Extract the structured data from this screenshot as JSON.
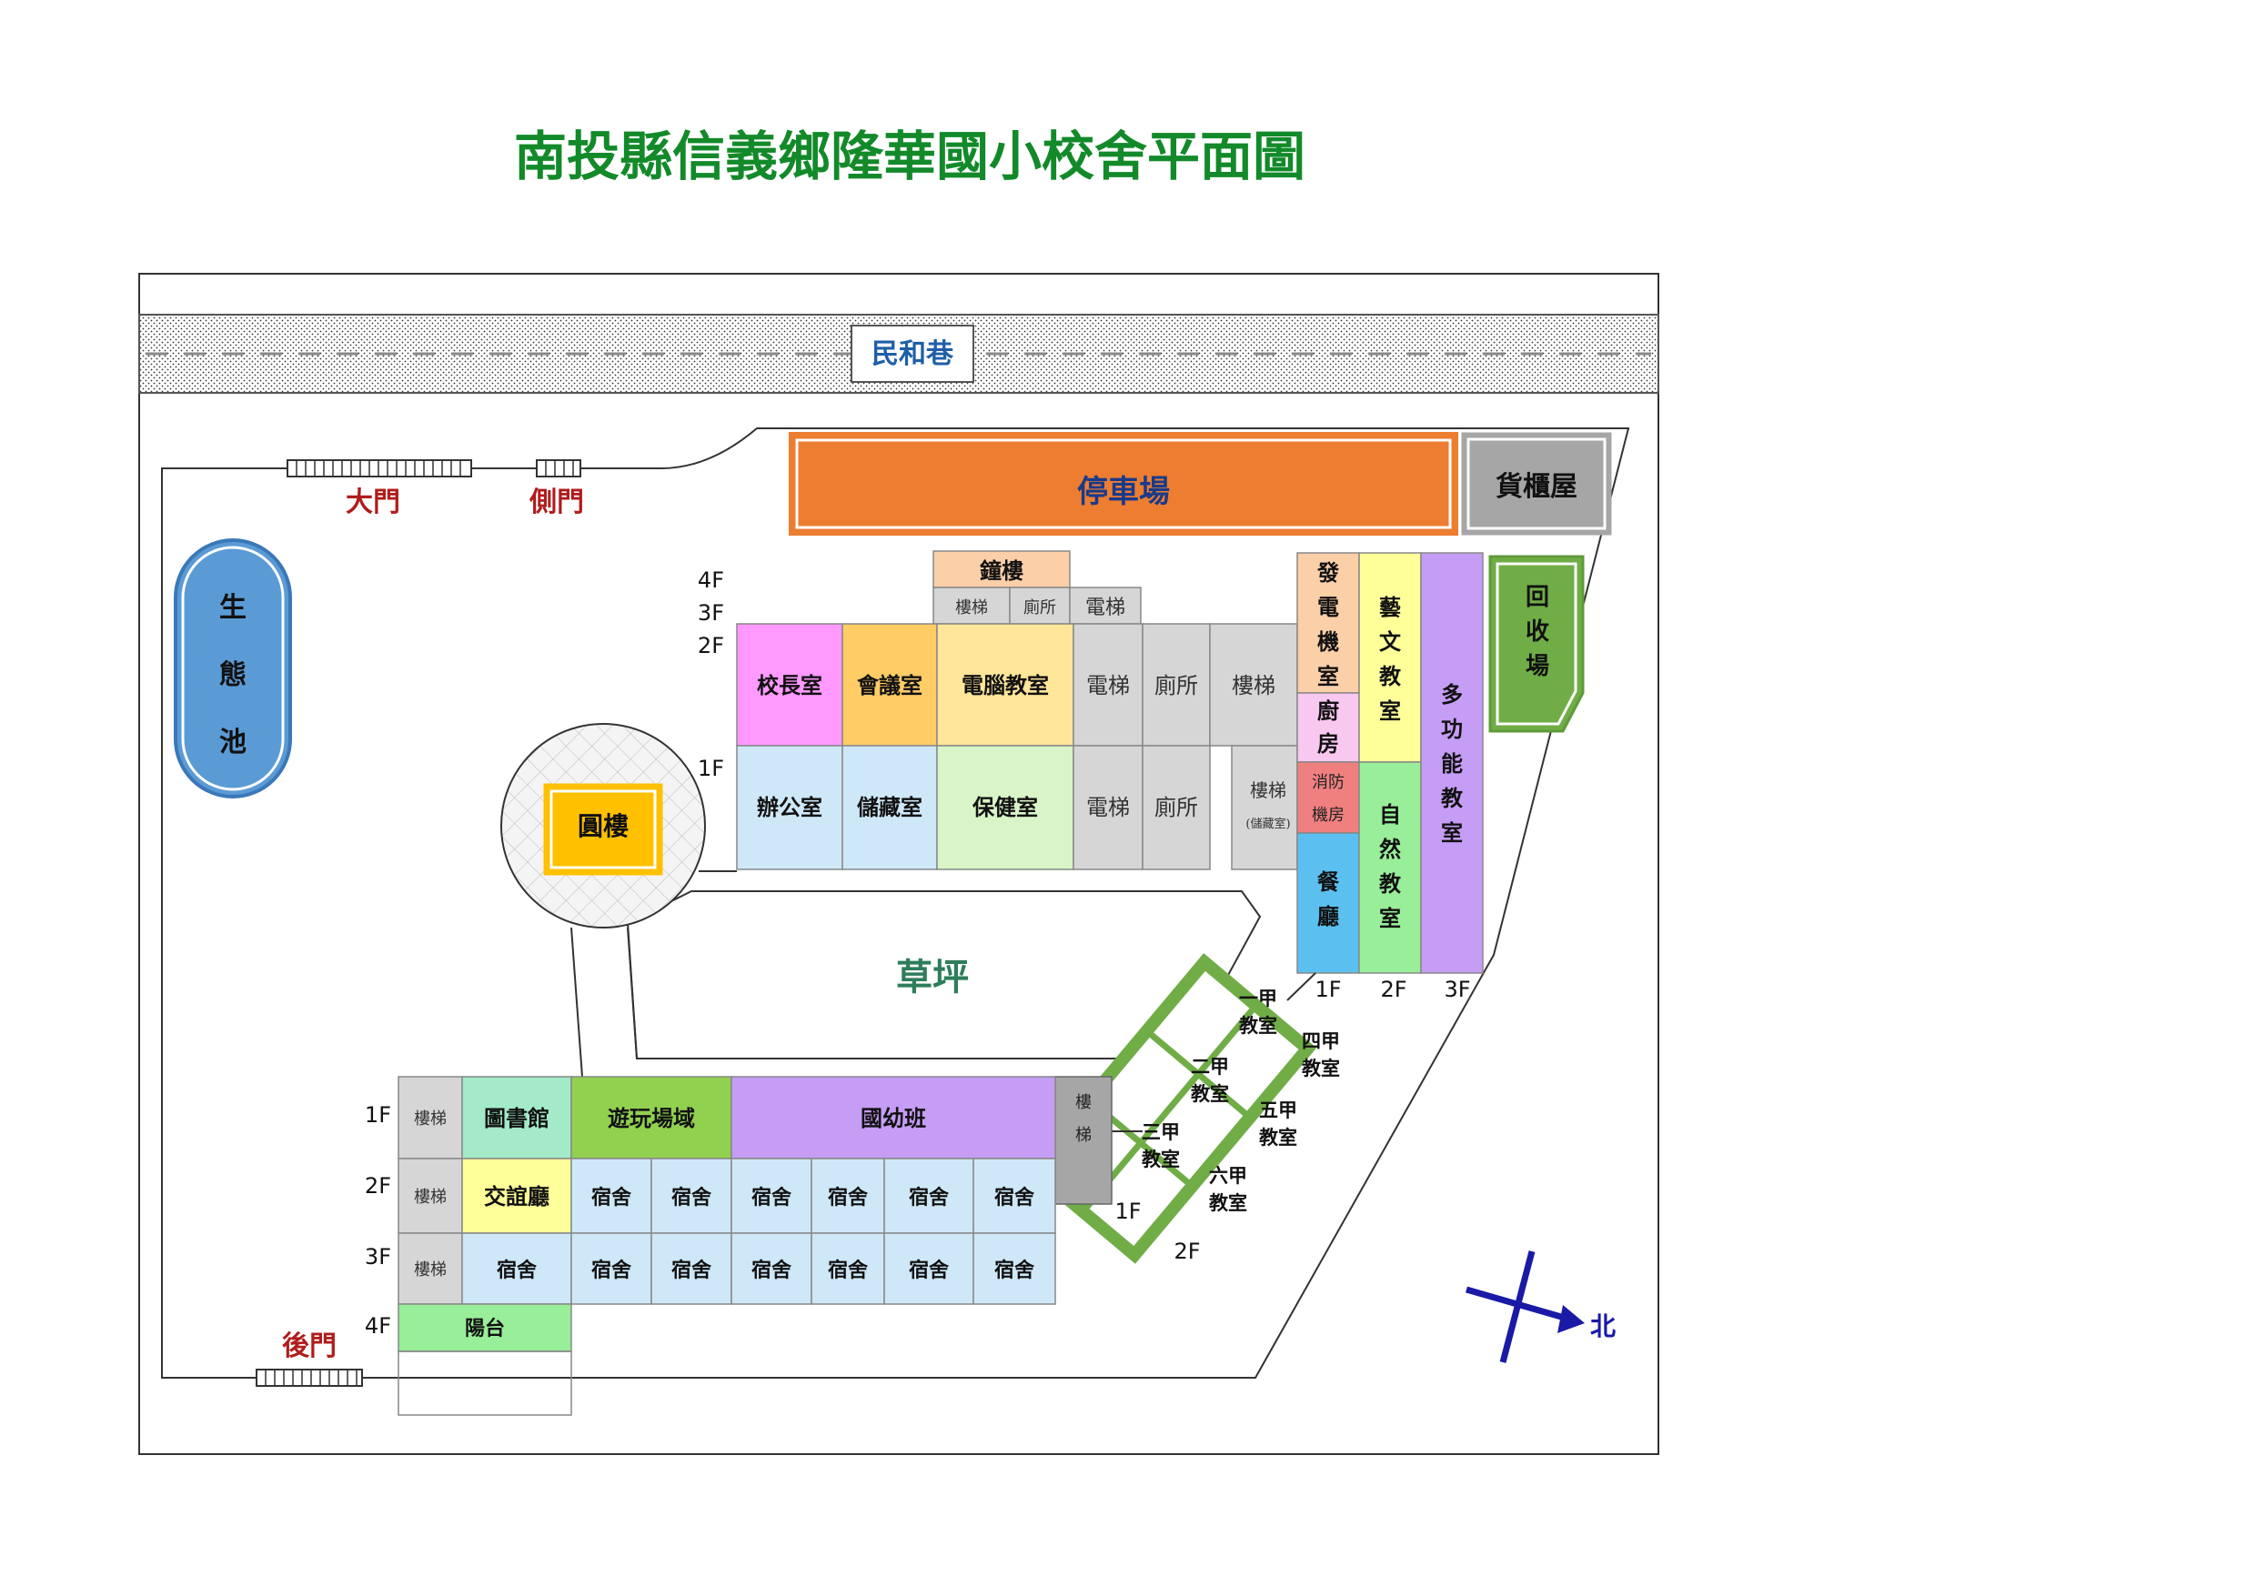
{
  "title": "南投縣信義鄉隆華國小校舍平面圖",
  "road": "民和巷",
  "gates": {
    "main": "大門",
    "side": "側門",
    "back": "後門"
  },
  "pond": [
    "生",
    "態",
    "池"
  ],
  "round_building": "圓樓",
  "lawn": "草坪",
  "parking": "停車場",
  "container": "貨櫃屋",
  "recycle": [
    "回",
    "收",
    "場"
  ],
  "compass": "北",
  "main_building": {
    "floor_labels": [
      "4F",
      "3F",
      "2F",
      "1F"
    ],
    "clock_tower": "鐘樓",
    "stair_3f": "樓梯",
    "toilet_3f": "廁所",
    "elevator_3f": "電梯",
    "principal": "校長室",
    "meeting": "會議室",
    "computer": "電腦教室",
    "elevator_2f": "電梯",
    "toilet_2f": "廁所",
    "stair_2f": "樓梯",
    "office": "辦公室",
    "storage": "儲藏室",
    "health": "保健室",
    "elevator_1f": "電梯",
    "toilet_1f": "廁所",
    "stair_1f": "樓梯",
    "stair_1f_note": "(儲藏室)"
  },
  "east_wing": {
    "generator": [
      "發",
      "電",
      "機",
      "室"
    ],
    "kitchen": [
      "廚",
      "房"
    ],
    "fire_line1": "消防",
    "fire_line2": "機房",
    "dining": [
      "餐",
      "廳"
    ],
    "art": [
      "藝",
      "文",
      "教",
      "室"
    ],
    "science": [
      "自",
      "然",
      "教",
      "室"
    ],
    "multi": [
      "多",
      "功",
      "能",
      "教",
      "室"
    ],
    "floors": [
      "1F",
      "2F",
      "3F"
    ]
  },
  "classrooms": {
    "c1": [
      "一甲",
      "教室"
    ],
    "c4": [
      "四甲",
      "教室"
    ],
    "c2": [
      "二甲",
      "教室"
    ],
    "c5": [
      "五甲",
      "教室"
    ],
    "c3": [
      "三甲",
      "教室"
    ],
    "c6": [
      "六甲",
      "教室"
    ],
    "floor_1f": "1F",
    "floor_2f": "2F",
    "stair": [
      "樓",
      "梯"
    ]
  },
  "dorm_building": {
    "floor_labels": [
      "1F",
      "2F",
      "3F",
      "4F"
    ],
    "stairs": "樓梯",
    "library": "圖書館",
    "playground": "遊玩場域",
    "preschool": "國幼班",
    "lounge": "交誼廳",
    "dorm": "宿舍",
    "balcony": "陽台"
  }
}
